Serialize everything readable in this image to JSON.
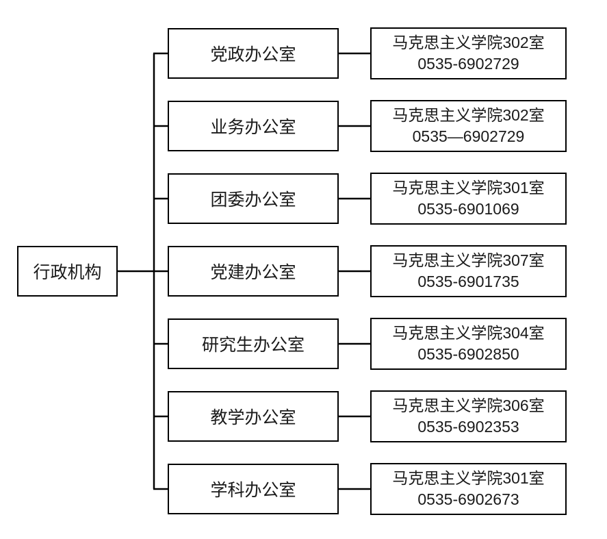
{
  "root": {
    "label": "行政机构"
  },
  "rows": [
    {
      "office": "党政办公室",
      "location": "马克思主义学院302室",
      "phone": "0535-6902729"
    },
    {
      "office": "业务办公室",
      "location": "马克思主义学院302室",
      "phone": "0535—6902729"
    },
    {
      "office": "团委办公室",
      "location": "马克思主义学院301室",
      "phone": "0535-6901069"
    },
    {
      "office": "党建办公室",
      "location": "马克思主义学院307室",
      "phone": "0535-6901735"
    },
    {
      "office": "研究生办公室",
      "location": "马克思主义学院304室",
      "phone": "0535-6902850"
    },
    {
      "office": "教学办公室",
      "location": "马克思主义学院306室",
      "phone": "0535-6902353"
    },
    {
      "office": "学科办公室",
      "location": "马克思主义学院301室",
      "phone": "0535-6902673"
    }
  ],
  "colors": {
    "line": "#000000",
    "background": "#ffffff"
  }
}
